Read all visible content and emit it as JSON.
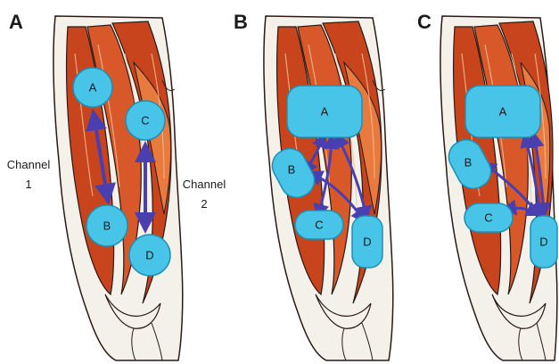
{
  "colors": {
    "muscle": "#c8441c",
    "muscle_light": "#e87a3e",
    "tendon": "#f4f1ea",
    "outline": "#2a1a14",
    "electrode": "#47c4e8",
    "electrode_stroke": "#1e8fb3",
    "arrow": "#4a3fb0"
  },
  "panels": [
    {
      "letter": "A",
      "electrodes": [
        {
          "label": "A",
          "shape": "circle"
        },
        {
          "label": "B",
          "shape": "circle"
        },
        {
          "label": "C",
          "shape": "circle"
        },
        {
          "label": "D",
          "shape": "circle"
        }
      ]
    },
    {
      "letter": "B",
      "electrodes": [
        {
          "label": "A",
          "shape": "rounded-rect"
        },
        {
          "label": "B",
          "shape": "capsule"
        },
        {
          "label": "C",
          "shape": "capsule"
        },
        {
          "label": "D",
          "shape": "capsule"
        }
      ]
    },
    {
      "letter": "C",
      "electrodes": [
        {
          "label": "A",
          "shape": "rounded-rect"
        },
        {
          "label": "B",
          "shape": "capsule"
        },
        {
          "label": "C",
          "shape": "capsule"
        },
        {
          "label": "D",
          "shape": "capsule"
        }
      ]
    }
  ],
  "channels": [
    {
      "line1": "Channel",
      "line2": "1"
    },
    {
      "line1": "Channel",
      "line2": "2"
    }
  ]
}
